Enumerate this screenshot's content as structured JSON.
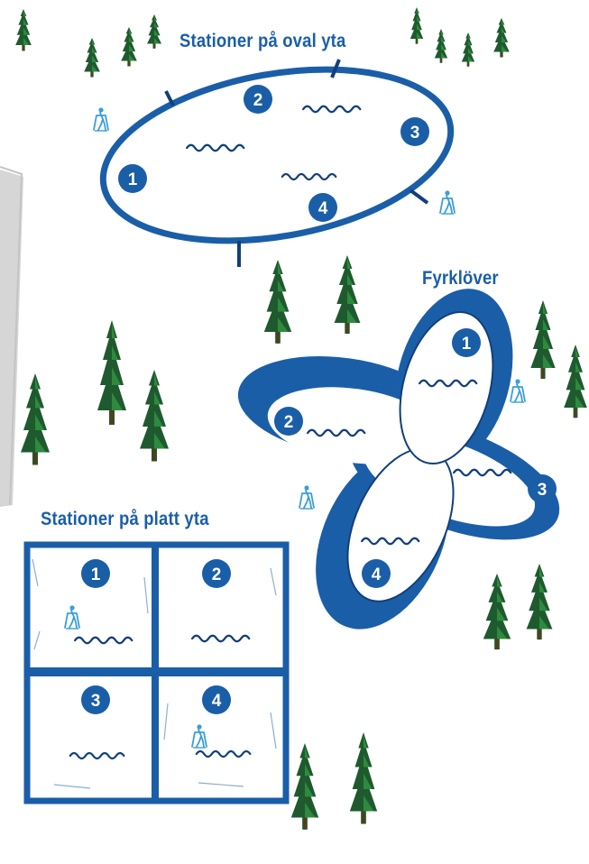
{
  "colors": {
    "blue": "#1a5ea8",
    "navy": "#123f7a",
    "tree_dark": "#1e5a2e",
    "tree_light": "#2e8a3e",
    "skier": "#3a9ed8"
  },
  "oval": {
    "title": "Stationer på oval yta",
    "stations": [
      "1",
      "2",
      "3",
      "4"
    ]
  },
  "fourleaf": {
    "title": "Fyrklöver",
    "stations": [
      "1",
      "2",
      "3",
      "4"
    ]
  },
  "flat": {
    "title": "Stationer på platt yta",
    "stations": [
      "1",
      "2",
      "3",
      "4"
    ]
  },
  "icons": [
    "tree-icon",
    "skier-icon",
    "wave-icon"
  ]
}
